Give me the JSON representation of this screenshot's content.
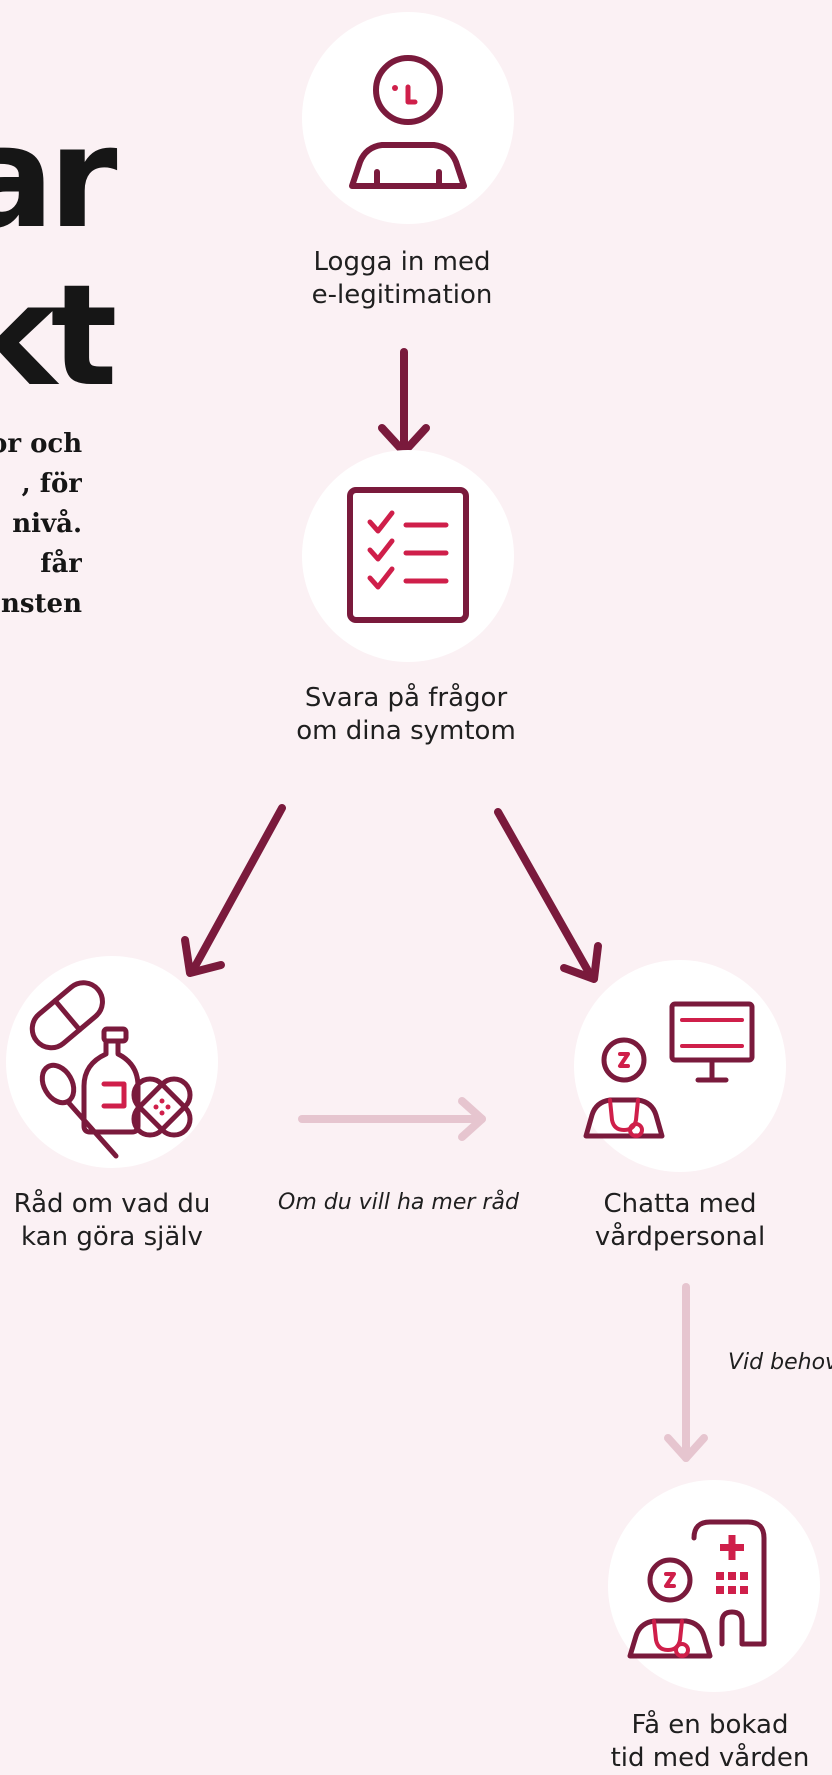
{
  "hero": {
    "title_lines": [
      "ar",
      "kt"
    ],
    "body_lines": [
      "or och",
      ", för",
      "nivå.",
      "får",
      "nsten"
    ]
  },
  "colors": {
    "background": "#fbf1f4",
    "primary": "#7a1a3c",
    "accent": "#cf1f4a",
    "muted_arrow": "#e6c5cf"
  },
  "steps": {
    "login": {
      "line1": "Logga in med",
      "line2": "e-legitimation",
      "icon": "person-icon"
    },
    "questions": {
      "line1": "Svara på frågor",
      "line2": "om dina symtom",
      "icon": "checklist-icon"
    },
    "self_care": {
      "line1": "Råd om vad du",
      "line2": "kan göra själv",
      "icon": "medicine-icon"
    },
    "chat": {
      "line1": "Chatta med",
      "line2": "vårdpersonal",
      "icon": "doctor-computer-icon"
    },
    "booking": {
      "line1": "Få en bokad",
      "line2": "tid med vården",
      "icon": "doctor-hospital-icon"
    }
  },
  "notes": {
    "more_advice": "Om du vill ha mer råd",
    "if_needed": "Vid behov"
  }
}
